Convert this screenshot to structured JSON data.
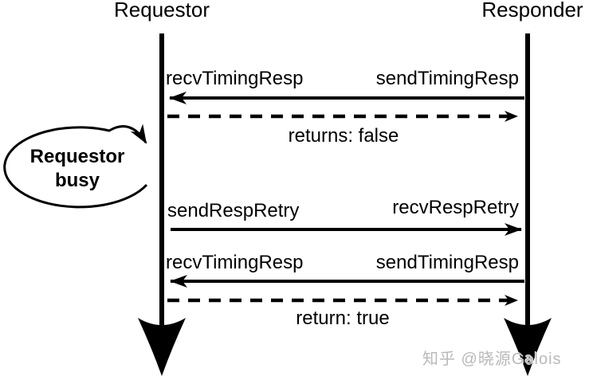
{
  "diagram": {
    "actors": [
      {
        "name": "Requestor"
      },
      {
        "name": "Responder"
      }
    ],
    "messages": [
      {
        "id": "timing-resp-1",
        "direction": "responder-to-requestor",
        "style": "solid",
        "recv_label": "recvTimingResp",
        "send_label": "sendTimingResp"
      },
      {
        "id": "timing-resp-1-return",
        "direction": "requestor-to-responder",
        "style": "dashed",
        "label": "returns: false"
      },
      {
        "id": "resp-retry",
        "direction": "requestor-to-responder",
        "style": "solid",
        "send_label": "sendRespRetry",
        "recv_label": "recvRespRetry"
      },
      {
        "id": "timing-resp-2",
        "direction": "responder-to-requestor",
        "style": "solid",
        "recv_label": "recvTimingResp",
        "send_label": "sendTimingResp"
      },
      {
        "id": "timing-resp-2-return",
        "direction": "requestor-to-responder",
        "style": "dashed",
        "label": "return: true"
      }
    ],
    "annotation": {
      "line1": "Requestor",
      "line2": "busy"
    }
  },
  "watermark": {
    "text": "知乎 @晓源Galois"
  },
  "colors": {
    "foreground": "#000000",
    "background": "#ffffff",
    "watermark": "#b9b9b9"
  }
}
